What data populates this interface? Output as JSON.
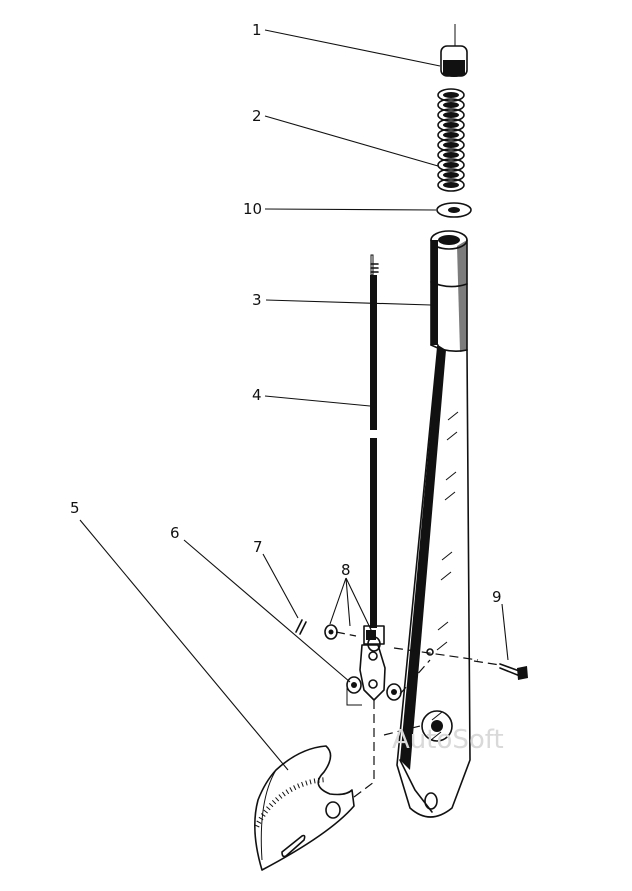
{
  "callouts": [
    {
      "id": "1",
      "label": "1"
    },
    {
      "id": "2",
      "label": "2"
    },
    {
      "id": "10",
      "label": "10"
    },
    {
      "id": "3",
      "label": "3"
    },
    {
      "id": "4",
      "label": "4"
    },
    {
      "id": "5",
      "label": "5"
    },
    {
      "id": "6",
      "label": "6"
    },
    {
      "id": "7",
      "label": "7"
    },
    {
      "id": "8",
      "label": "8"
    },
    {
      "id": "9",
      "label": "9"
    }
  ],
  "watermark": "AutoSoft",
  "colors": {
    "ink": "#111111",
    "paper": "#ffffff",
    "watermark": "#d9d9d9"
  }
}
